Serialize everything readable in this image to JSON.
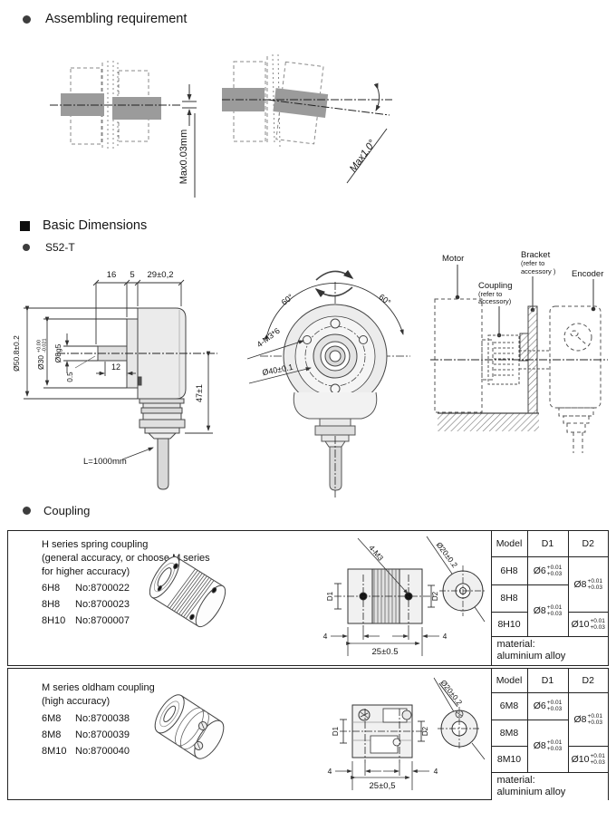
{
  "assembling": {
    "title": "Assembling requirement",
    "offset_label": "Max0.03mm",
    "angle_label": "Max1.0°"
  },
  "basic": {
    "title": "Basic Dimensions",
    "model": "S52-T",
    "side": {
      "dim16": "16",
      "dim5": "5",
      "dim29": "29±0,2",
      "d508": "Ø50.8±0.2",
      "d30": "Ø30",
      "d30_sup": "+0.00",
      "d30_sub": "-0.021",
      "d8g5": "Ø8g5",
      "dim12": "12",
      "dim05": "0.5",
      "dim47": "47±1",
      "cable": "L=1000mm"
    },
    "front": {
      "angle_left": "60°",
      "angle_right": "60°",
      "holes": "4-M3*6",
      "bolt_circle": "Ø40±0.1"
    },
    "install": {
      "motor": "Motor",
      "coupling": "Coupling",
      "coupling_ref1": "(refer to",
      "coupling_ref2": "accessory)",
      "bracket": "Bracket",
      "bracket_ref1": "(refer to",
      "bracket_ref2": "accessory )",
      "encoder": "Encoder"
    }
  },
  "coupling": {
    "title": "Coupling",
    "boxes": [
      {
        "line1": "H series spring coupling",
        "line2": "(general accuracy, or choose M series",
        "line3": "for higher accuracy)",
        "items": [
          {
            "model": "6H8",
            "no": "No:8700022"
          },
          {
            "model": "8H8",
            "no": "No:8700023"
          },
          {
            "model": "8H10",
            "no": "No:8700007"
          }
        ],
        "drawing": {
          "bolts": "4-M3",
          "od": "Ø20±0.2",
          "d1": "D1",
          "d2": "D2",
          "s4l": "4",
          "s4r": "4",
          "width": "25±0.5"
        },
        "table": {
          "h_model": "Model",
          "h_d1": "D1",
          "h_d2": "D2",
          "r1": "6H8",
          "r2": "8H8",
          "r3": "8H10",
          "d1a": {
            "base": "Ø6",
            "sup": "+0.01",
            "sub": "+0.03"
          },
          "d1b": {
            "base": "Ø8",
            "sup": "+0.01",
            "sub": "+0.03"
          },
          "d2a": {
            "base": "Ø8",
            "sup": "+0.01",
            "sub": "+0.03"
          },
          "d2b": {
            "base": "Ø10",
            "sup": "+0.01",
            "sub": "+0.03"
          },
          "material_label": "material:",
          "material_value": "aluminium alloy"
        }
      },
      {
        "line1": "M series oldham coupling",
        "line2": "(high accuracy)",
        "items": [
          {
            "model": "6M8",
            "no": "No:8700038"
          },
          {
            "model": "8M8",
            "no": "No:8700039"
          },
          {
            "model": "8M10",
            "no": "No:8700040"
          }
        ],
        "drawing": {
          "od": "Ø20±0.2",
          "d1": "D1",
          "d2": "D2",
          "s4l": "4",
          "s4r": "4",
          "width": "25±0,5"
        },
        "table": {
          "h_model": "Model",
          "h_d1": "D1",
          "h_d2": "D2",
          "r1": "6M8",
          "r2": "8M8",
          "r3": "8M10",
          "d1a": {
            "base": "Ø6",
            "sup": "+0.01",
            "sub": "+0.03"
          },
          "d1b": {
            "base": "Ø8",
            "sup": "+0.01",
            "sub": "+0.03"
          },
          "d2a": {
            "base": "Ø8",
            "sup": "+0.01",
            "sub": "+0.03"
          },
          "d2b": {
            "base": "Ø10",
            "sup": "+0.01",
            "sub": "+0.03"
          },
          "material_label": "material:",
          "material_value": "aluminium alloy"
        }
      }
    ]
  }
}
